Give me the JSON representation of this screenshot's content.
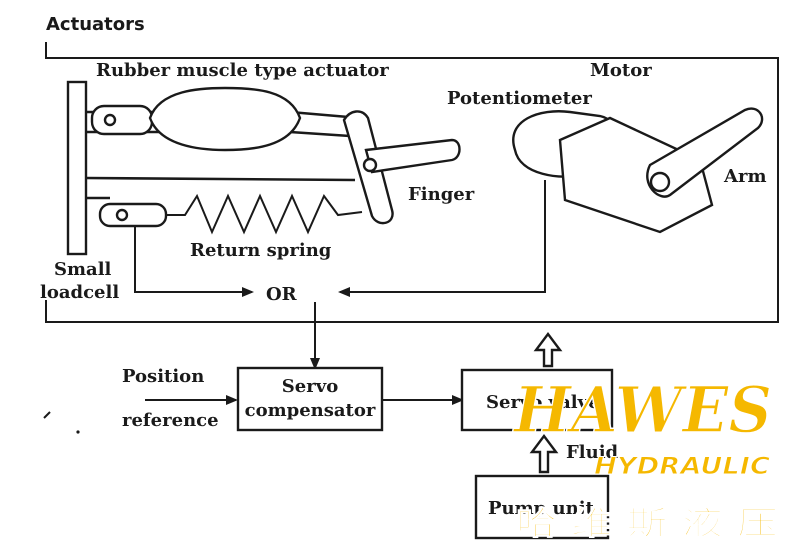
{
  "diagram": {
    "labels": {
      "actuators": "Actuators",
      "rubber_muscle": "Rubber muscle type actuator",
      "motor": "Motor",
      "potentiometer": "Potentiometer",
      "finger": "Finger",
      "arm": "Arm",
      "return_spring": "Return spring",
      "small": "Small",
      "loadcell": "loadcell",
      "or": "OR",
      "position": "Position",
      "reference": "reference",
      "fluid": "Fluid"
    },
    "boxes": {
      "servo_comp_line1": "Servo",
      "servo_comp_line2": "compensator",
      "servo_valve": "Servo valve",
      "pump_unit": "Pump unit"
    }
  },
  "watermark": {
    "brand": "HAWES",
    "sub": "HYDRAULIC",
    "chinese": "哈 维 斯 液 压",
    "brand_color": "#f5b800",
    "outline_color": "#ffffff"
  }
}
